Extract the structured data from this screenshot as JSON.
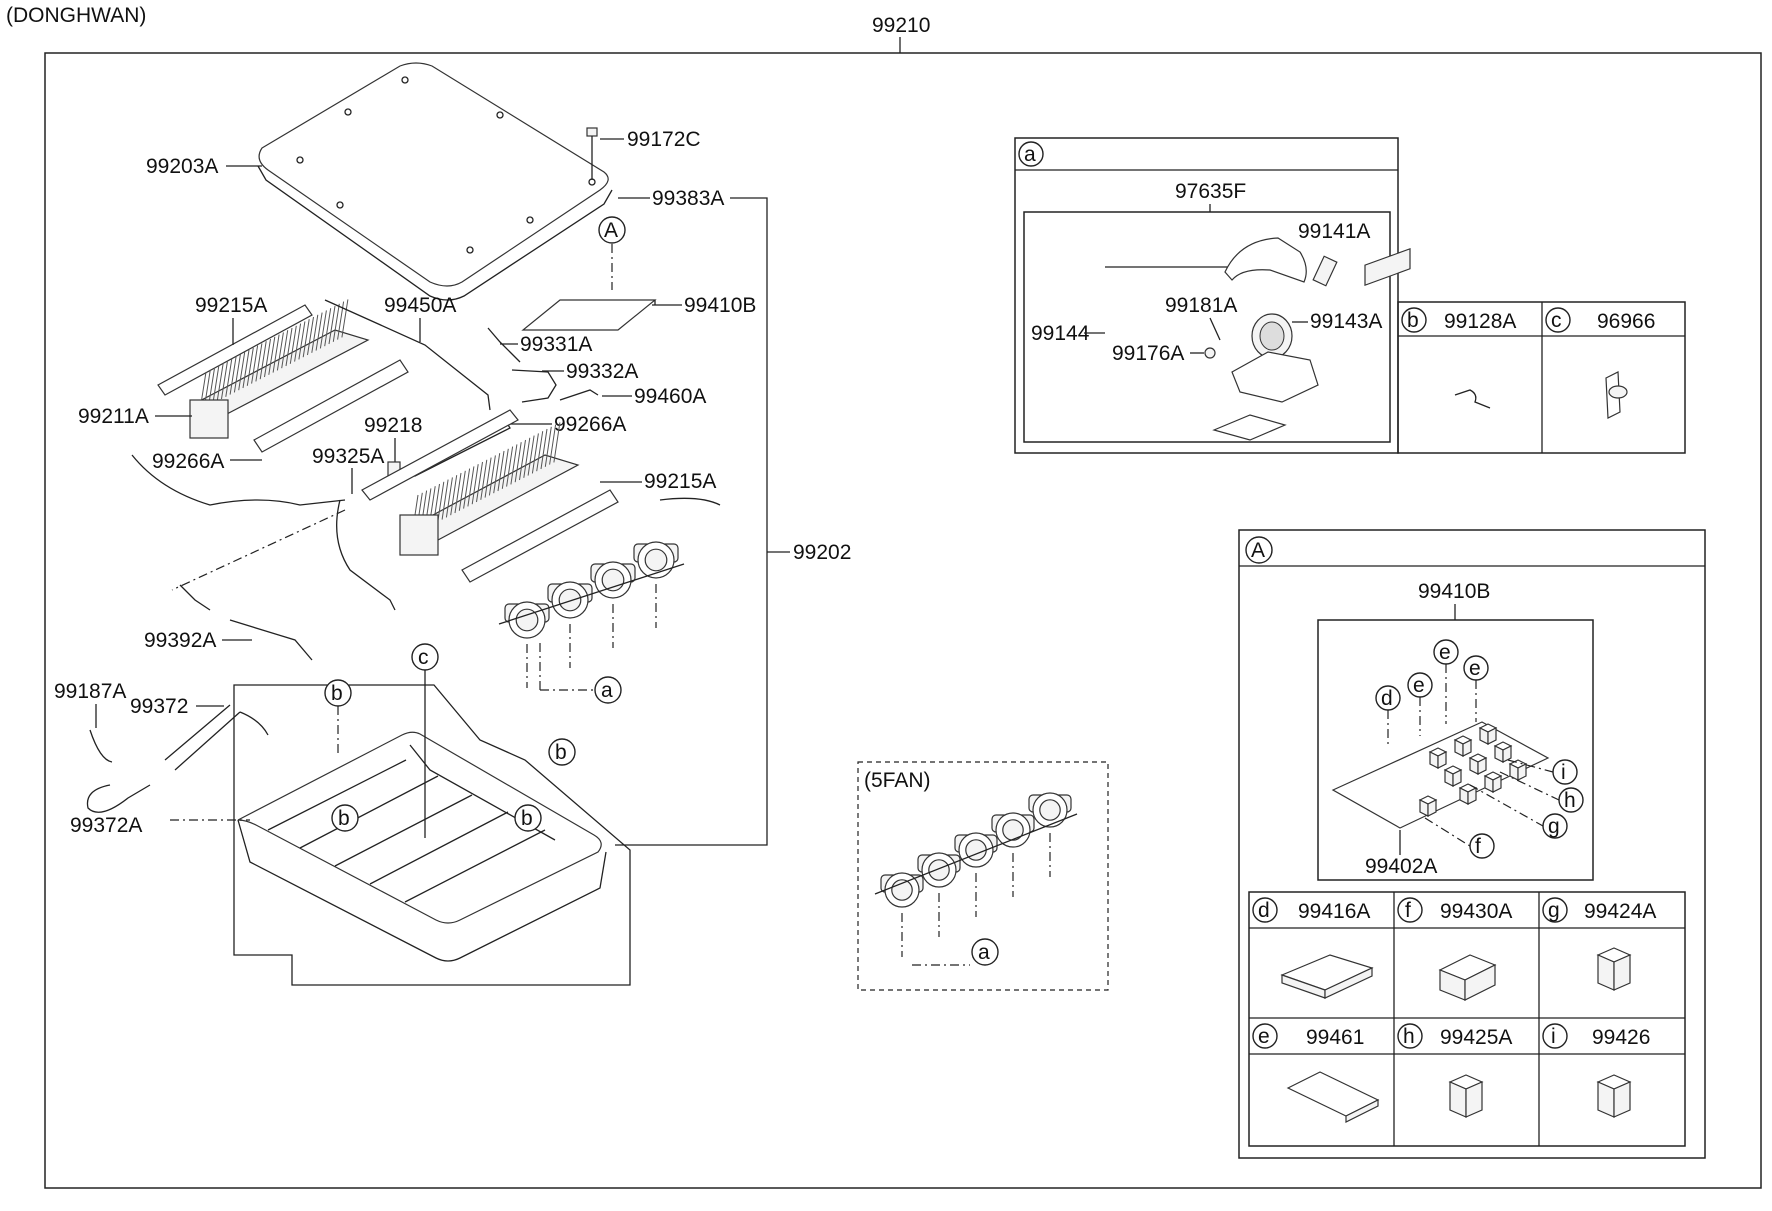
{
  "header": {
    "variant": "(DONGHWAN)",
    "assembly": "99210"
  },
  "main_labels": {
    "p99203A": "99203A",
    "p99172C": "99172C",
    "p99383A": "99383A",
    "p99410B": "99410B",
    "p99215A_top": "99215A",
    "p99450A": "99450A",
    "p99331A": "99331A",
    "p99332A": "99332A",
    "p99460A": "99460A",
    "p99211A": "99211A",
    "p99266A_left": "99266A",
    "p99266A_right": "99266A",
    "p99218": "99218",
    "p99325A": "99325A",
    "p99215A_bottom": "99215A",
    "p99202": "99202",
    "p99392A": "99392A",
    "p99187A": "99187A",
    "p99372": "99372",
    "p99372A": "99372A"
  },
  "callouts": {
    "A": "A",
    "a": "a",
    "b": "b",
    "c": "c",
    "d": "d",
    "e": "e",
    "f": "f",
    "g": "g",
    "h": "h",
    "i": "i"
  },
  "fan5": {
    "title": "(5FAN)"
  },
  "detail_a": {
    "p97635F": "97635F",
    "p99141A": "99141A",
    "p99181A": "99181A",
    "p99143A": "99143A",
    "p99144": "99144",
    "p99176A": "99176A"
  },
  "detail_b": {
    "part": "99128A"
  },
  "detail_c": {
    "part": "96966"
  },
  "detail_A": {
    "p99410B": "99410B",
    "p99402A": "99402A"
  },
  "table": {
    "d": "99416A",
    "f": "99430A",
    "g": "99424A",
    "e": "99461",
    "h": "99425A",
    "i": "99426"
  },
  "colors": {
    "line": "#222222",
    "background": "#ffffff"
  }
}
